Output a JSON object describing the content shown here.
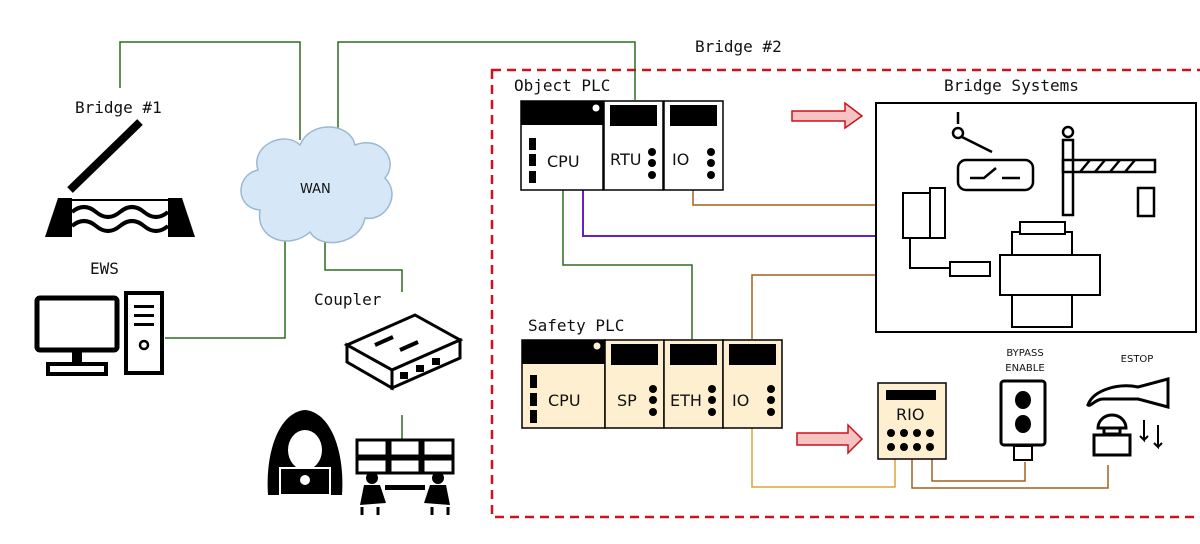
{
  "labels": {
    "bridge2": "Bridge #2",
    "bridge1": "Bridge #1",
    "wan": "WAN",
    "ews": "EWS",
    "coupler": "Coupler",
    "object_plc": "Object PLC",
    "safety_plc": "Safety PLC",
    "bridge_systems": "Bridge Systems",
    "bypass1": "BYPASS",
    "bypass2": "ENABLE",
    "estop": "ESTOP",
    "rio": "RIO"
  },
  "object_plc_modules": [
    "CPU",
    "RTU",
    "IO"
  ],
  "safety_plc_modules": [
    "CPU",
    "SP",
    "ETH",
    "IO"
  ],
  "colors": {
    "network": "#2e6b1f",
    "purple": "#6a1fc0",
    "brown": "#a0601e",
    "yellow": "#d9a53a",
    "safety_fill": "#fdefcf",
    "cloud": "#d6e8f7",
    "boundary": "#d0101a",
    "arrow_fill": "#f6c3c3"
  }
}
